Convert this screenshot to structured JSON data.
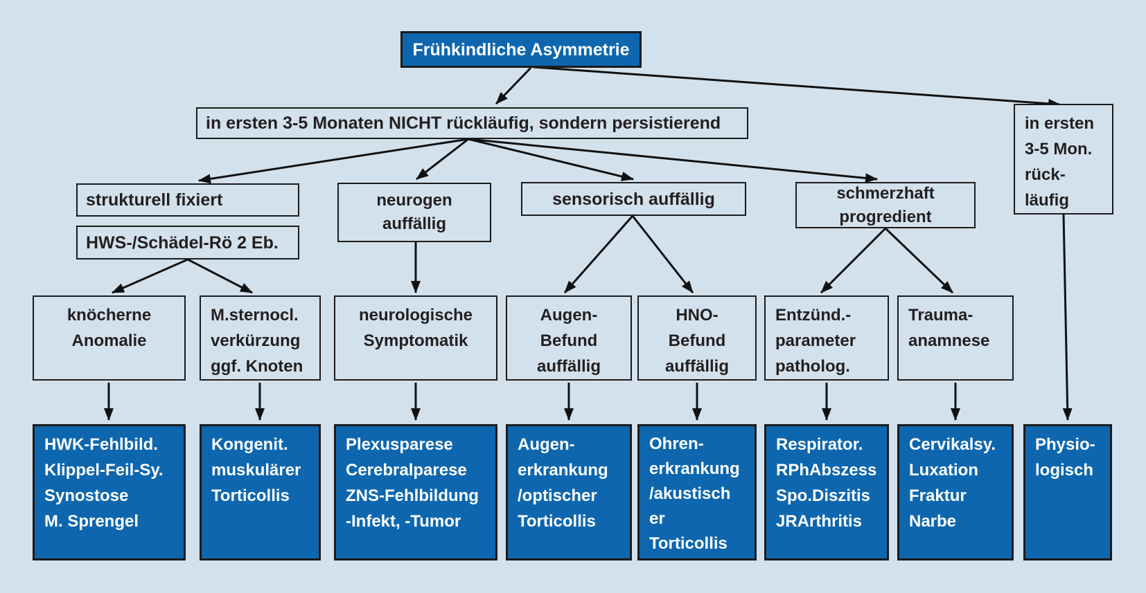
{
  "colors": {
    "background": "#d3e1ec",
    "node_blue": "#0e67ae",
    "border": "#1b1b1b",
    "text_dark": "#231f20",
    "text_light": "#ffffff"
  },
  "nodes": {
    "root": "Frühkindliche Asymmetrie",
    "persistent": "in ersten 3-5 Monaten NICHT rückläufig, sondern persistierend",
    "regressive": "in ersten\n3-5 Mon.\nrück-\nläufig",
    "structural": "strukturell fixiert",
    "structural_xray": "HWS-/Schädel-Rö 2 Eb.",
    "neurogenic": "neurogen\nauffällig",
    "sensory": "sensorisch auffällig",
    "painful": "schmerzhaft\nprogredient",
    "bone_anomaly": "knöcherne\nAnomalie",
    "sternocleido": "M.sternocl.\nverkürzung\nggf. Knoten",
    "neuro_symptoms": "neurologische\nSymptomatik",
    "eye_findings": "Augen-\nBefund\nauffällig",
    "ent_findings": "HNO-\nBefund\nauffällig",
    "inflammation": "Entzünd.-\nparameter\npatholog.",
    "trauma": "Trauma-\nanamnese",
    "outcome_bone": "HWK-Fehlbild.\nKlippel-Feil-Sy.\nSynostose\nM. Sprengel",
    "outcome_muscular": "Kongenit.\nmuskulärer\nTorticollis",
    "outcome_neuro": "Plexusparese\nCerebralparese\nZNS-Fehlbildung\n-Infekt, -Tumor",
    "outcome_eye": "Augen-\nerkrankung\n/optischer\nTorticollis",
    "outcome_ear": "Ohren-\nerkrankung\n/akustisch\ner\nTorticollis",
    "outcome_inflammatory": "Respirator.\nRPhAbszess\nSpo.Diszitis\nJRArthritis",
    "outcome_trauma": "Cervikalsy.\nLuxation\nFraktur\nNarbe",
    "outcome_physiologic": "Physio-\nlogisch"
  }
}
